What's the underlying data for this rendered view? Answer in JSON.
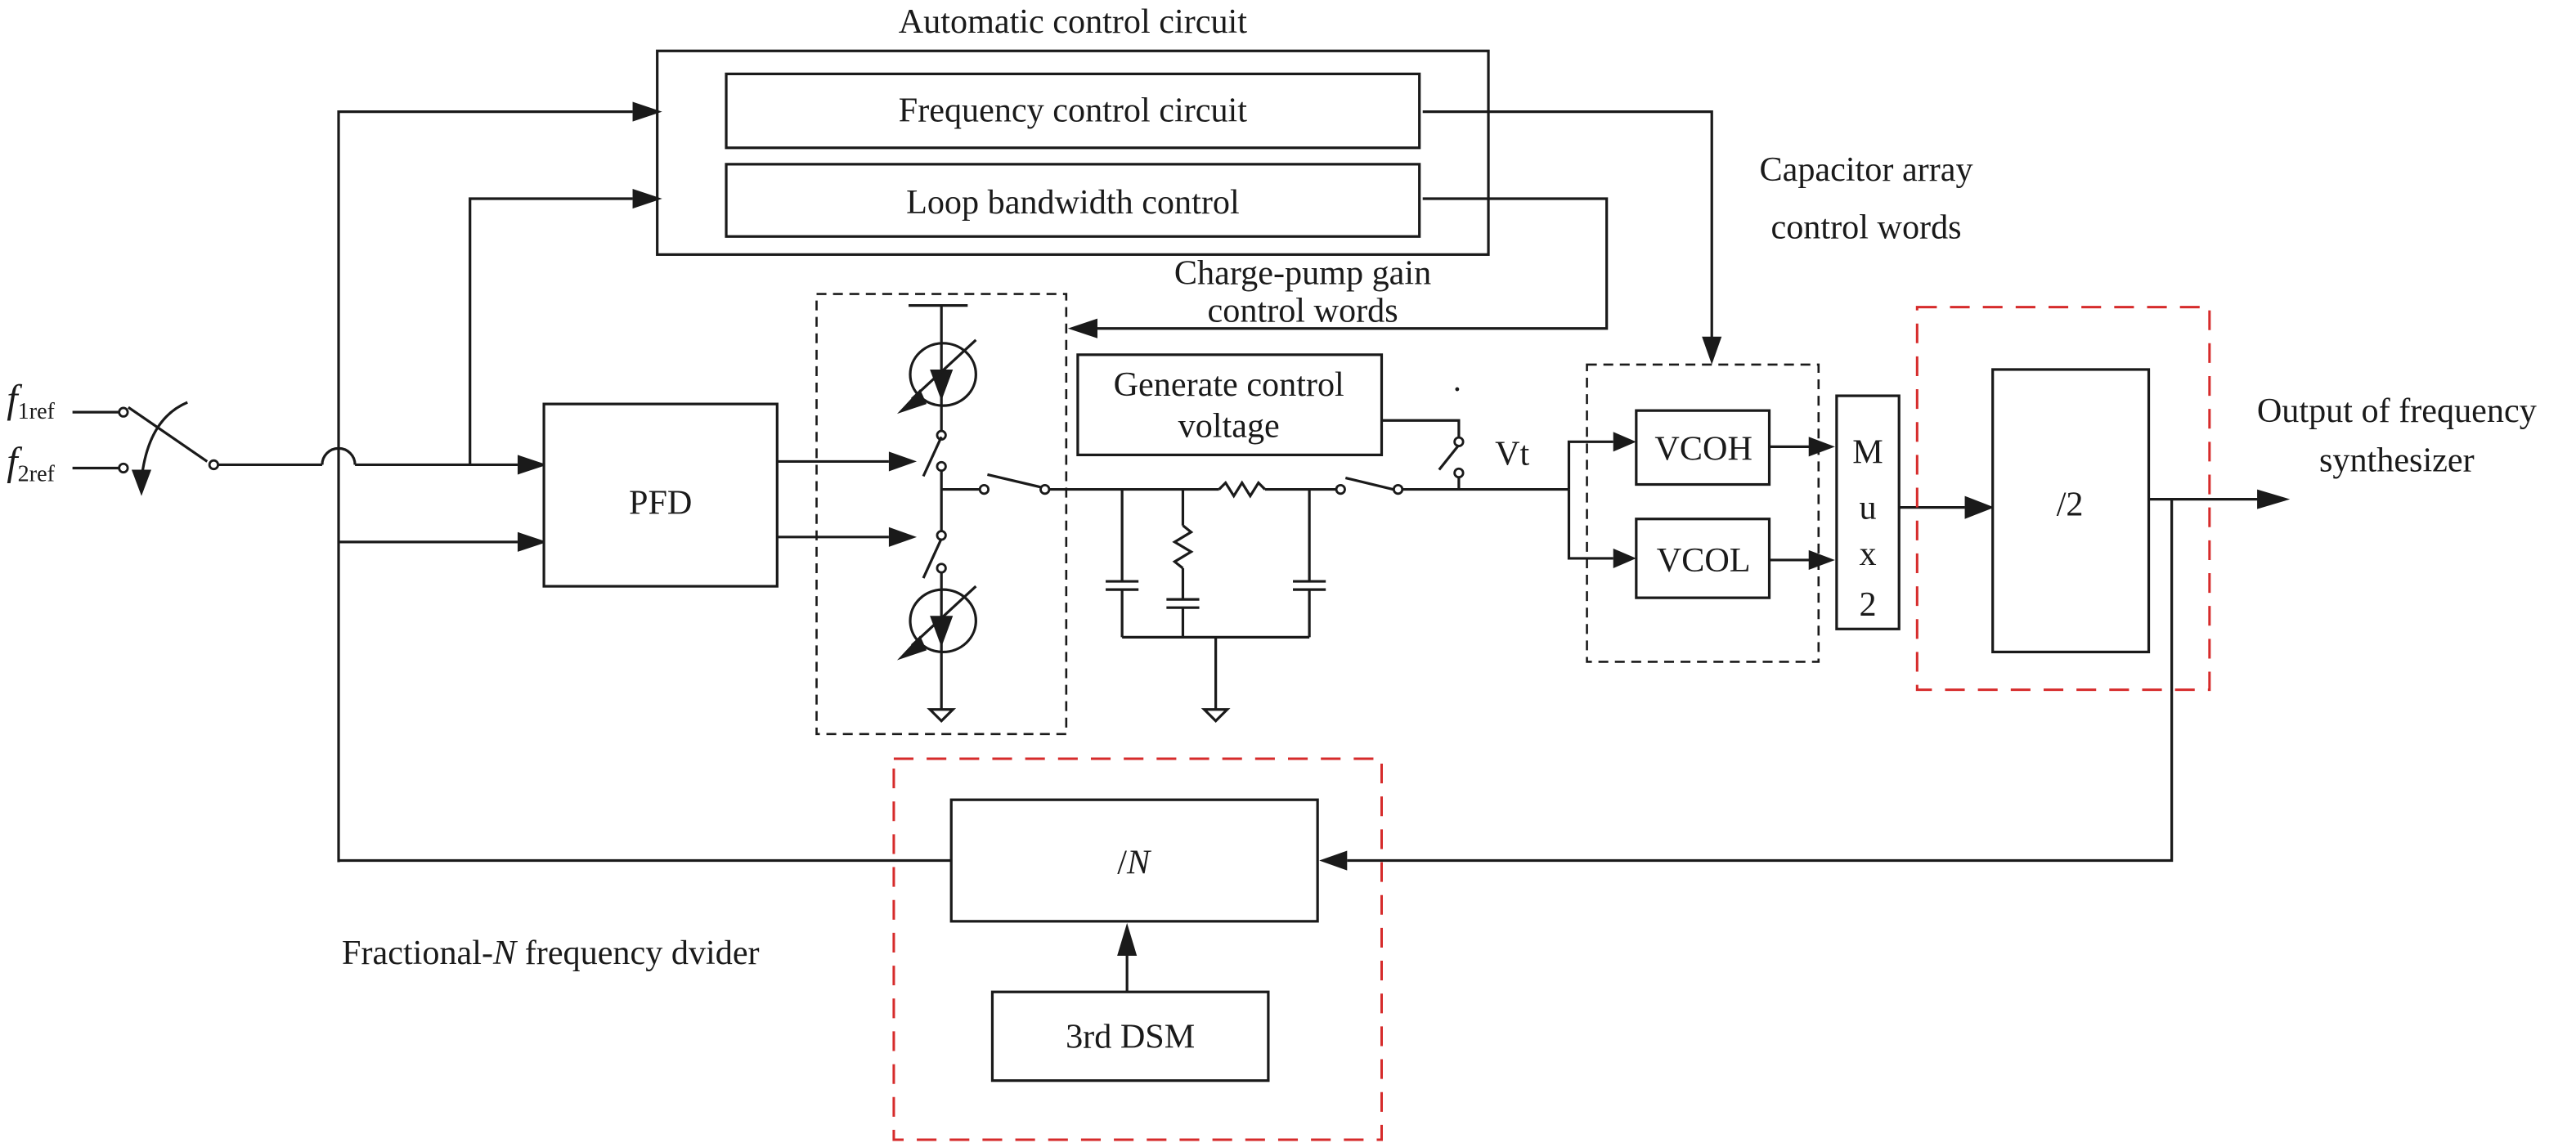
{
  "figure": {
    "title": "Automatic control circuit",
    "blocks": {
      "frequency_control": "Frequency control circuit",
      "loop_bandwidth": "Loop bandwidth control",
      "pfd": "PFD",
      "generate_control_voltage_line1": "Generate control",
      "generate_control_voltage_line2": "voltage",
      "vcoh": "VCOH",
      "vcol": "VCOL",
      "mux_letters": [
        "M",
        "u",
        "x",
        "2"
      ],
      "div2": "/2",
      "divN_prefix": "/",
      "divN_var": "N",
      "dsm": "3rd DSM"
    },
    "inputs": {
      "f1_symbol": "f",
      "f1_sub": "1ref",
      "f2_symbol": "f",
      "f2_sub": "2ref"
    },
    "annotations": {
      "capacitor_line1": "Capacitor array",
      "capacitor_line2": "control words",
      "chargepump_line1": "Charge-pump gain",
      "chargepump_line2": "control words",
      "vt": "Vt",
      "output_line1": "Output of frequency",
      "output_line2": "synthesizer",
      "fracn_prefix": "Fractional-",
      "fracn_var": "N",
      "fracn_suffix": " frequency dvider"
    },
    "colors": {
      "line": "#1a1a1a",
      "highlight_dash": "#d62b2b"
    }
  }
}
